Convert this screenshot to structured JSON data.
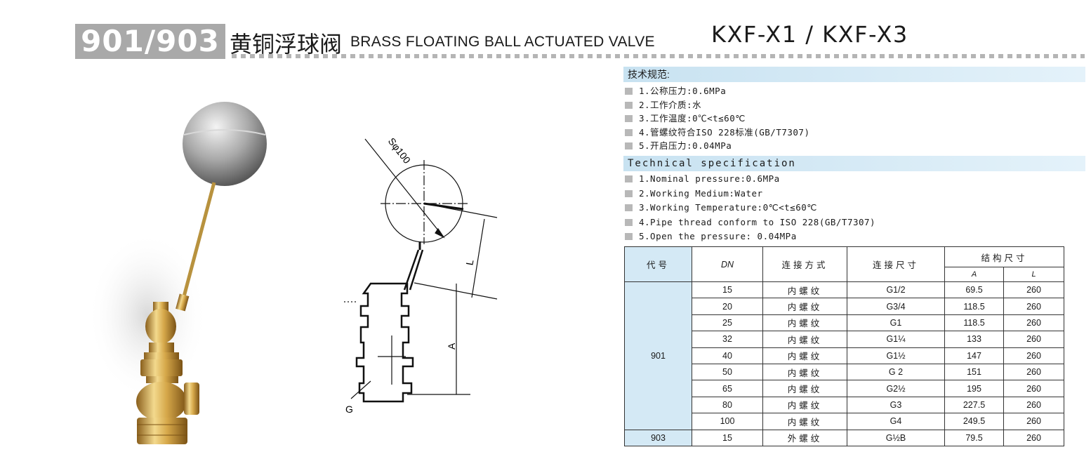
{
  "header": {
    "code": "901/903",
    "cn_title": "黄铜浮球阀",
    "en_title": "BRASS FLOATING BALL ACTUATED VALVE",
    "model": "KXF-X1 / KXF-X3"
  },
  "drawing": {
    "label_sphere": "Sφ100",
    "label_L": "L",
    "label_A": "A",
    "label_G": "G"
  },
  "spec_cn": {
    "heading": "技术规范:",
    "items": [
      "1.公称压力:0.6MPa",
      "2.工作介质:水",
      "3.工作温度:0℃<t≤60℃",
      "4.管螺纹符合ISO 228标准(GB/T7307)",
      "5.开启压力:0.04MPa"
    ]
  },
  "spec_en": {
    "heading": "Technical specification",
    "items": [
      "1.Nominal pressure:0.6MPa",
      "2.Working Medium:Water",
      "3.Working Temperature:0℃<t≤60℃",
      "4.Pipe thread conform to ISO 228(GB/T7307)",
      "5.Open the pressure: 0.04MPa"
    ]
  },
  "table": {
    "headers": {
      "code": "代号",
      "dn": "DN",
      "connection_type": "连接方式",
      "connection_size": "连接尺寸",
      "dimensions": "结构尺寸",
      "a": "A",
      "l": "L"
    },
    "groups": [
      {
        "code": "901",
        "rows": [
          {
            "dn": "15",
            "type": "内螺纹",
            "size": "G1/2",
            "a": "69.5",
            "l": "260"
          },
          {
            "dn": "20",
            "type": "内螺纹",
            "size": "G3/4",
            "a": "118.5",
            "l": "260"
          },
          {
            "dn": "25",
            "type": "内螺纹",
            "size": "G1",
            "a": "118.5",
            "l": "260"
          },
          {
            "dn": "32",
            "type": "内螺纹",
            "size": "G1¼",
            "a": "133",
            "l": "260"
          },
          {
            "dn": "40",
            "type": "内螺纹",
            "size": "G1½",
            "a": "147",
            "l": "260"
          },
          {
            "dn": "50",
            "type": "内螺纹",
            "size": "G 2",
            "a": "151",
            "l": "260"
          },
          {
            "dn": "65",
            "type": "内螺纹",
            "size": "G2½",
            "a": "195",
            "l": "260"
          },
          {
            "dn": "80",
            "type": "内螺纹",
            "size": "G3",
            "a": "227.5",
            "l": "260"
          },
          {
            "dn": "100",
            "type": "内螺纹",
            "size": "G4",
            "a": "249.5",
            "l": "260"
          }
        ]
      },
      {
        "code": "903",
        "rows": [
          {
            "dn": "15",
            "type": "外螺纹",
            "size": "G½B",
            "a": "79.5",
            "l": "260"
          }
        ]
      }
    ]
  }
}
